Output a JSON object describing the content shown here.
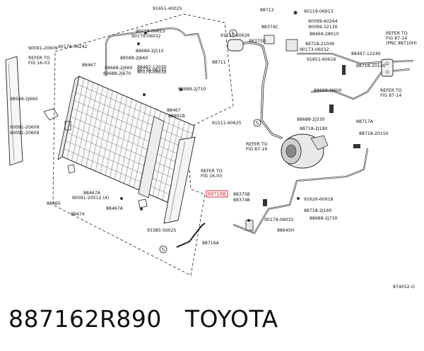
{
  "caption": {
    "part_number": "887162R890",
    "brand": "TOYOTA"
  },
  "diagram": {
    "figure_code": "874052-G",
    "highlight_part": "88716B",
    "refer_notes": {
      "fig16_03_left": [
        "REFER TO",
        "FIG 16-03"
      ],
      "fig16_03_mid": [
        "REFER TO",
        "FIG 16-03"
      ],
      "fig87_19": [
        "REFER TO",
        "FIG 87-19"
      ],
      "fig87_14_a": [
        "REFER TO",
        "FIG 87-14",
        "(PNC 88710H)"
      ],
      "fig87_14_b": [
        "REFER TO",
        "FIG 87-14"
      ]
    },
    "labels": [
      "91651-40025",
      "91511-60626",
      "88712",
      "90119-06913",
      "90119-06613",
      "90179-06032",
      "88375D",
      "88374C",
      "90099-60264",
      "90099-32130",
      "90179-06242",
      "88588-2J660",
      "88469-28010",
      "88718-21040",
      "88497-12240",
      "88718-20140",
      "90091-20609",
      "88487-12030",
      "88689-2J510",
      "90179-06032",
      "90173-06032",
      "88467",
      "88688-2J660",
      "90179-06242",
      "88688-2J670",
      "88711",
      "91651-60616",
      "88588-2J660",
      "90091-20609",
      "88688-2J710",
      "88688-2J600",
      "88467",
      "88891B",
      "88688-2J330",
      "88718-2J180",
      "88717A",
      "91511-60625",
      "88718-20150",
      "90091-20609",
      "88467A",
      "88460",
      "88375B",
      "88374B",
      "91626-60918",
      "90091-20512 (4)",
      "88467A",
      "88474",
      "88718-2J160",
      "90179-06032",
      "88688-2J730",
      "93385-56025",
      "88645H",
      "88716A"
    ]
  }
}
